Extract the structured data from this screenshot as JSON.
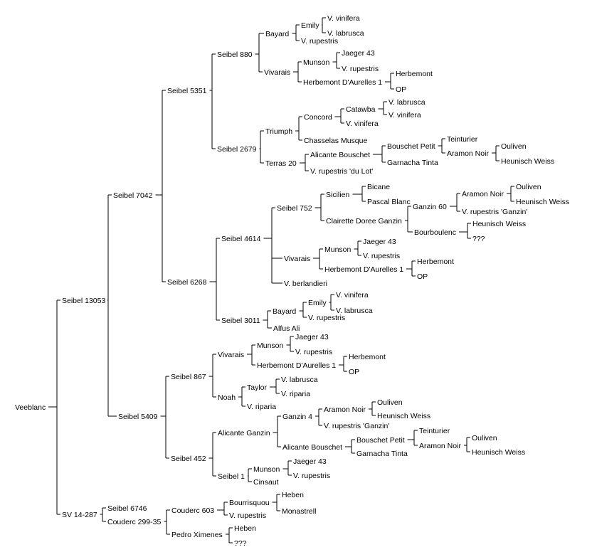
{
  "tree": {
    "name": "Veeblanc",
    "children": [
      {
        "name": "Seibel 13053",
        "children": [
          {
            "name": "Seibel 7042",
            "children": [
              {
                "name": "Seibel 5351",
                "children": [
                  {
                    "name": "Seibel 880",
                    "children": [
                      {
                        "name": "Bayard",
                        "children": [
                          {
                            "name": "Emily",
                            "children": [
                              {
                                "name": "V. vinifera"
                              },
                              {
                                "name": "V. labrusca"
                              }
                            ]
                          },
                          {
                            "name": "V. rupestris"
                          }
                        ]
                      },
                      {
                        "name": "Vivarais",
                        "children": [
                          {
                            "name": "Munson",
                            "children": [
                              {
                                "name": "Jaeger 43"
                              },
                              {
                                "name": "V. rupestris"
                              }
                            ]
                          },
                          {
                            "name": "Herbemont D'Aurelles 1",
                            "children": [
                              {
                                "name": "Herbemont"
                              },
                              {
                                "name": "OP"
                              }
                            ]
                          }
                        ]
                      }
                    ]
                  },
                  {
                    "name": "Seibel 2679",
                    "children": [
                      {
                        "name": "Triumph",
                        "children": [
                          {
                            "name": "Concord",
                            "children": [
                              {
                                "name": "Catawba",
                                "children": [
                                  {
                                    "name": "V. labrusca"
                                  },
                                  {
                                    "name": "V. vinifera"
                                  }
                                ]
                              },
                              {
                                "name": "V. vinifera"
                              }
                            ]
                          },
                          {
                            "name": "Chasselas Musque"
                          }
                        ]
                      },
                      {
                        "name": "Terras 20",
                        "children": [
                          {
                            "name": "Alicante Bouschet",
                            "children": [
                              {
                                "name": "Bouschet Petit",
                                "children": [
                                  {
                                    "name": "Teinturier"
                                  },
                                  {
                                    "name": "Aramon Noir",
                                    "children": [
                                      {
                                        "name": "Ouliven"
                                      },
                                      {
                                        "name": "Heunisch Weiss"
                                      }
                                    ]
                                  }
                                ]
                              },
                              {
                                "name": "Garnacha Tinta"
                              }
                            ]
                          },
                          {
                            "name": "V. rupestris 'du Lot'"
                          }
                        ]
                      }
                    ]
                  }
                ]
              },
              {
                "name": "Seibel 6268",
                "children": [
                  {
                    "name": "Seibel 4614",
                    "children": [
                      {
                        "name": "Seibel 752",
                        "children": [
                          {
                            "name": "Sicilien",
                            "children": [
                              {
                                "name": "Bicane"
                              },
                              {
                                "name": "Pascal Blanc"
                              }
                            ]
                          },
                          {
                            "name": "Clairette Doree Ganzin",
                            "children": [
                              {
                                "name": "Ganzin 60",
                                "children": [
                                  {
                                    "name": "Aramon Noir",
                                    "children": [
                                      {
                                        "name": "Ouliven"
                                      },
                                      {
                                        "name": "Heunisch Weiss"
                                      }
                                    ]
                                  },
                                  {
                                    "name": "V. rupestris 'Ganzin'"
                                  }
                                ]
                              },
                              {
                                "name": "Bourboulenc",
                                "children": [
                                  {
                                    "name": "Heunisch Weiss"
                                  },
                                  {
                                    "name": "???"
                                  }
                                ]
                              }
                            ]
                          }
                        ]
                      },
                      {
                        "name": "Vivarais",
                        "children": [
                          {
                            "name": "Munson",
                            "children": [
                              {
                                "name": "Jaeger 43"
                              },
                              {
                                "name": "V. rupestris"
                              }
                            ]
                          },
                          {
                            "name": "Herbemont D'Aurelles 1",
                            "children": [
                              {
                                "name": "Herbemont"
                              },
                              {
                                "name": "OP"
                              }
                            ]
                          }
                        ]
                      },
                      {
                        "name": "V. berlandieri"
                      }
                    ]
                  },
                  {
                    "name": "Seibel 3011",
                    "children": [
                      {
                        "name": "Bayard",
                        "children": [
                          {
                            "name": "Emily",
                            "children": [
                              {
                                "name": "V. vinifera"
                              },
                              {
                                "name": "V. labrusca"
                              }
                            ]
                          },
                          {
                            "name": "V. rupestris"
                          }
                        ]
                      },
                      {
                        "name": "Alfus Ali"
                      }
                    ]
                  }
                ]
              }
            ]
          },
          {
            "name": "Seibel 5409",
            "children": [
              {
                "name": "Seibel 867",
                "children": [
                  {
                    "name": "Vivarais",
                    "children": [
                      {
                        "name": "Munson",
                        "children": [
                          {
                            "name": "Jaeger 43"
                          },
                          {
                            "name": "V. rupestris"
                          }
                        ]
                      },
                      {
                        "name": "Herbemont D'Aurelles 1",
                        "children": [
                          {
                            "name": "Herbemont"
                          },
                          {
                            "name": "OP"
                          }
                        ]
                      }
                    ]
                  },
                  {
                    "name": "Noah",
                    "children": [
                      {
                        "name": "Taylor",
                        "children": [
                          {
                            "name": "V. labrusca"
                          },
                          {
                            "name": "V. riparia"
                          }
                        ]
                      },
                      {
                        "name": "V. riparia"
                      }
                    ]
                  }
                ]
              },
              {
                "name": "Seibel 452",
                "children": [
                  {
                    "name": "Alicante Ganzin",
                    "children": [
                      {
                        "name": "Ganzin 4",
                        "children": [
                          {
                            "name": "Aramon Noir",
                            "children": [
                              {
                                "name": "Ouliven"
                              },
                              {
                                "name": "Heunisch Weiss"
                              }
                            ]
                          },
                          {
                            "name": "V. rupestris 'Ganzin'"
                          }
                        ]
                      },
                      {
                        "name": "Alicante Bouschet",
                        "children": [
                          {
                            "name": "Bouschet Petit",
                            "children": [
                              {
                                "name": "Teinturier"
                              },
                              {
                                "name": "Aramon Noir",
                                "children": [
                                  {
                                    "name": "Ouliven"
                                  },
                                  {
                                    "name": "Heunisch Weiss"
                                  }
                                ]
                              }
                            ]
                          },
                          {
                            "name": "Garnacha Tinta"
                          }
                        ]
                      }
                    ]
                  },
                  {
                    "name": "Seibel 1",
                    "children": [
                      {
                        "name": "Munson",
                        "children": [
                          {
                            "name": "Jaeger 43"
                          },
                          {
                            "name": "V. rupestris"
                          }
                        ]
                      },
                      {
                        "name": "Cinsaut"
                      }
                    ]
                  }
                ]
              }
            ]
          }
        ]
      },
      {
        "name": "SV 14-287",
        "children": [
          {
            "name": "Seibel 6746"
          },
          {
            "name": "Couderc 299-35",
            "children": [
              {
                "name": "Couderc 603",
                "children": [
                  {
                    "name": "Bourrisquou",
                    "children": [
                      {
                        "name": "Heben"
                      },
                      {
                        "name": "Monastrell"
                      }
                    ]
                  },
                  {
                    "name": "V. rupestris"
                  }
                ]
              },
              {
                "name": "Pedro Ximenes",
                "children": [
                  {
                    "name": "Heben"
                  },
                  {
                    "name": "???"
                  }
                ]
              }
            ]
          }
        ]
      }
    ]
  }
}
